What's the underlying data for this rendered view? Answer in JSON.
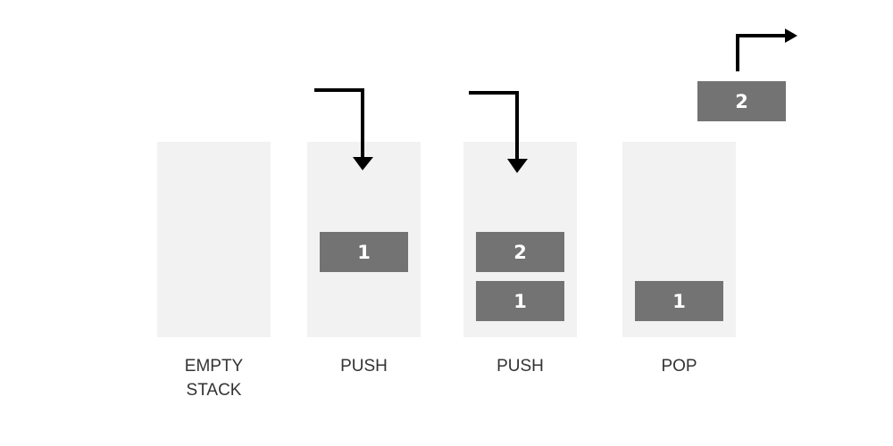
{
  "stacks": [
    {
      "caption_line1": "EMPTY",
      "caption_line2": "STACK",
      "items": []
    },
    {
      "caption": "PUSH",
      "items": [
        "1"
      ],
      "operation": "push"
    },
    {
      "caption": "PUSH",
      "items": [
        "2",
        "1"
      ],
      "operation": "push"
    },
    {
      "caption": "POP",
      "items": [
        "1"
      ],
      "popped": "2",
      "operation": "pop"
    }
  ],
  "colors": {
    "stack_background": "#f2f2f2",
    "block_fill": "#737373",
    "block_text": "#ffffff",
    "arrow": "#000000",
    "caption_text": "#333333"
  },
  "icons": [
    "push-arrow-icon",
    "push-arrow-icon",
    "pop-arrow-icon"
  ]
}
